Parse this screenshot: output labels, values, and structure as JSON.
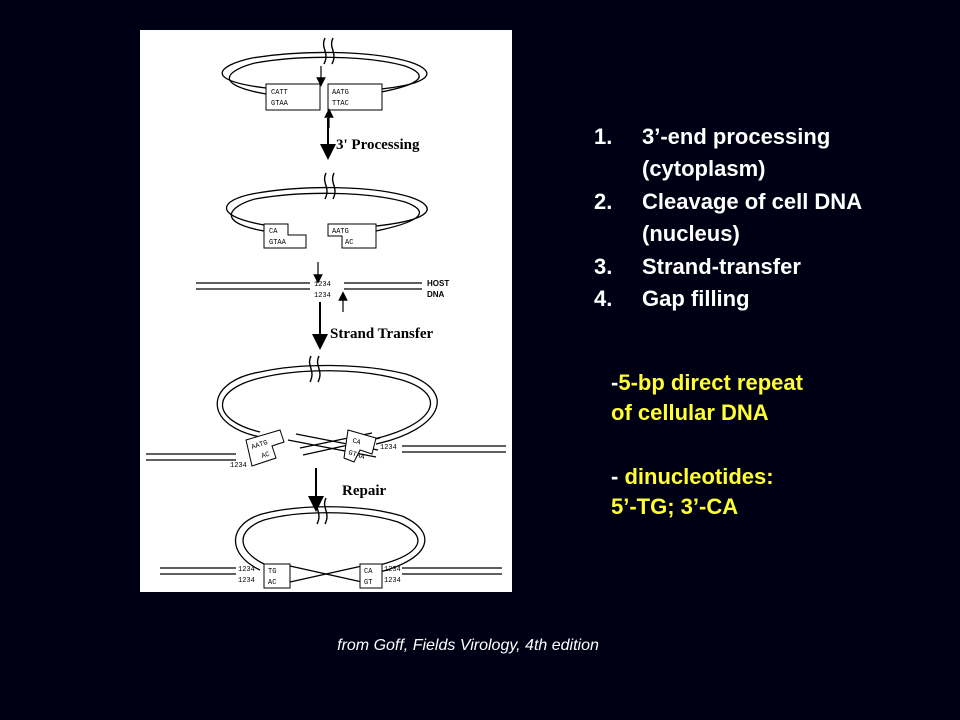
{
  "figure": {
    "step_labels": {
      "processing": "3' Processing",
      "strand_transfer": "Strand Transfer",
      "repair": "Repair"
    },
    "stage1": {
      "left_top": "CATT",
      "left_bottom": "GTAA",
      "right_top": "AATG",
      "right_bottom": "TTAC"
    },
    "stage2": {
      "left_top": "CA",
      "left_bottom": "GTAA",
      "right_top": "AATG",
      "right_bottom": "AC"
    },
    "host": {
      "seq_top": "1234",
      "seq_bottom": "1234",
      "label_line1": "HOST",
      "label_line2": "DNA"
    },
    "stage3": {
      "left_top": "AATG",
      "left_bottom": "AC",
      "right_top": "CA",
      "right_bottom": "GTAA",
      "seq_left": "1234",
      "seq_right": "1234"
    },
    "stage4": {
      "seq_left_top": "1234",
      "seq_left_bottom": "1234",
      "seq_right_top": "1234",
      "seq_right_bottom": "1234",
      "left_top": "TG",
      "left_bottom": "AC",
      "right_top": "CA",
      "right_bottom": "GT"
    }
  },
  "steps": [
    {
      "number": "1.",
      "line1": "3’-end processing",
      "line2": "(cytoplasm)"
    },
    {
      "number": "2.",
      "line1": "Cleavage of cell DNA",
      "line2": "(nucleus)"
    },
    {
      "number": "3.",
      "line1": "Strand-transfer"
    },
    {
      "number": "4.",
      "line1": "Gap filling"
    }
  ],
  "notes": {
    "repeat": {
      "dash": "-",
      "line1": "5-bp direct repeat",
      "line2": "of cellular DNA"
    },
    "dinucleotides": {
      "dash": "- ",
      "line1": "dinucleotides:",
      "line2": "5’-TG; 3’-CA"
    }
  },
  "citation": "from Goff, Fields Virology, 4th edition",
  "colors": {
    "background": "#000014",
    "highlight": "#ffff33",
    "text": "#ffffff",
    "figure_bg": "#ffffff"
  }
}
